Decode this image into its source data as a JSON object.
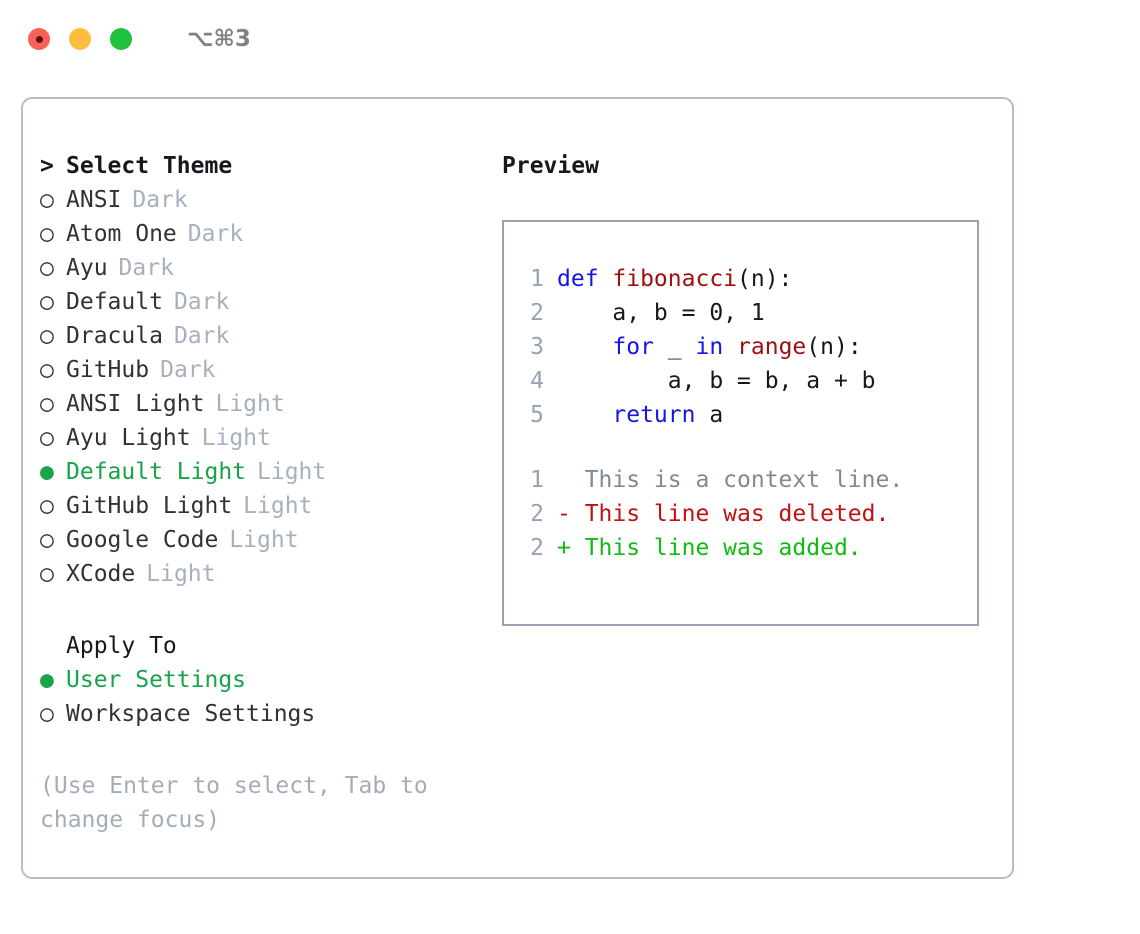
{
  "titlebar": {
    "shortcut": "⌥⌘3",
    "traffic_lights": [
      {
        "name": "close",
        "color": "#fa6058"
      },
      {
        "name": "minimize",
        "color": "#fcbd41"
      },
      {
        "name": "maximize",
        "color": "#1fc23c"
      }
    ]
  },
  "theme_section": {
    "header_marker": ">",
    "header_label": "Select Theme",
    "items": [
      {
        "marker": "○",
        "label": "ANSI",
        "badge": "Dark",
        "selected": false
      },
      {
        "marker": "○",
        "label": "Atom One",
        "badge": "Dark",
        "selected": false
      },
      {
        "marker": "○",
        "label": "Ayu",
        "badge": "Dark",
        "selected": false
      },
      {
        "marker": "○",
        "label": "Default",
        "badge": "Dark",
        "selected": false
      },
      {
        "marker": "○",
        "label": "Dracula",
        "badge": "Dark",
        "selected": false
      },
      {
        "marker": "○",
        "label": "GitHub",
        "badge": "Dark",
        "selected": false
      },
      {
        "marker": "○",
        "label": "ANSI Light",
        "badge": "Light",
        "selected": false
      },
      {
        "marker": "○",
        "label": "Ayu Light",
        "badge": "Light",
        "selected": false
      },
      {
        "marker": "●",
        "label": "Default Light",
        "badge": "Light",
        "selected": true
      },
      {
        "marker": "○",
        "label": "GitHub Light",
        "badge": "Light",
        "selected": false
      },
      {
        "marker": "○",
        "label": "Google Code",
        "badge": "Light",
        "selected": false
      },
      {
        "marker": "○",
        "label": "XCode",
        "badge": "Light",
        "selected": false
      }
    ]
  },
  "apply_to_section": {
    "header_label": "Apply To",
    "items": [
      {
        "marker": "●",
        "label": "User Settings",
        "selected": true
      },
      {
        "marker": "○",
        "label": "Workspace Settings",
        "selected": false
      }
    ]
  },
  "hint": "(Use Enter to select, Tab to change focus)",
  "preview": {
    "title": "Preview",
    "code_lines": [
      {
        "lineno": "1",
        "tokens": [
          {
            "t": "def ",
            "k": "kw"
          },
          {
            "t": "fibonacci",
            "k": "fn"
          },
          {
            "t": "(n):",
            "k": "pl"
          }
        ]
      },
      {
        "lineno": "2",
        "tokens": [
          {
            "t": "    a, b = 0, 1",
            "k": "pl"
          }
        ]
      },
      {
        "lineno": "3",
        "tokens": [
          {
            "t": "    ",
            "k": "pl"
          },
          {
            "t": "for",
            "k": "kw"
          },
          {
            "t": " _ ",
            "k": "pl"
          },
          {
            "t": "in",
            "k": "kw"
          },
          {
            "t": " ",
            "k": "pl"
          },
          {
            "t": "range",
            "k": "fn"
          },
          {
            "t": "(n):",
            "k": "pl"
          }
        ]
      },
      {
        "lineno": "4",
        "tokens": [
          {
            "t": "        a, b = b, a + b",
            "k": "pl"
          }
        ]
      },
      {
        "lineno": "5",
        "tokens": [
          {
            "t": "    ",
            "k": "pl"
          },
          {
            "t": "return",
            "k": "kw"
          },
          {
            "t": " a",
            "k": "pl"
          }
        ]
      }
    ],
    "diff_lines": [
      {
        "lineno": "1",
        "text": "  This is a context line.",
        "kind": "context"
      },
      {
        "lineno": "2",
        "text": "- This line was deleted.",
        "kind": "del"
      },
      {
        "lineno": "2",
        "text": "+ This line was added.",
        "kind": "add"
      }
    ]
  },
  "colors": {
    "accent_green": "#16a34a",
    "badge_gray": "#a8b0bd",
    "hint_gray": "#a4acba",
    "panel_border": "#b4bdcc",
    "preview_border": "#97a3b5",
    "keyword_blue": "#1414e6",
    "function_red": "#a01010",
    "diff_delete": "#c01212",
    "diff_add": "#11bb11",
    "lineno_gray": "#96a2b3"
  }
}
